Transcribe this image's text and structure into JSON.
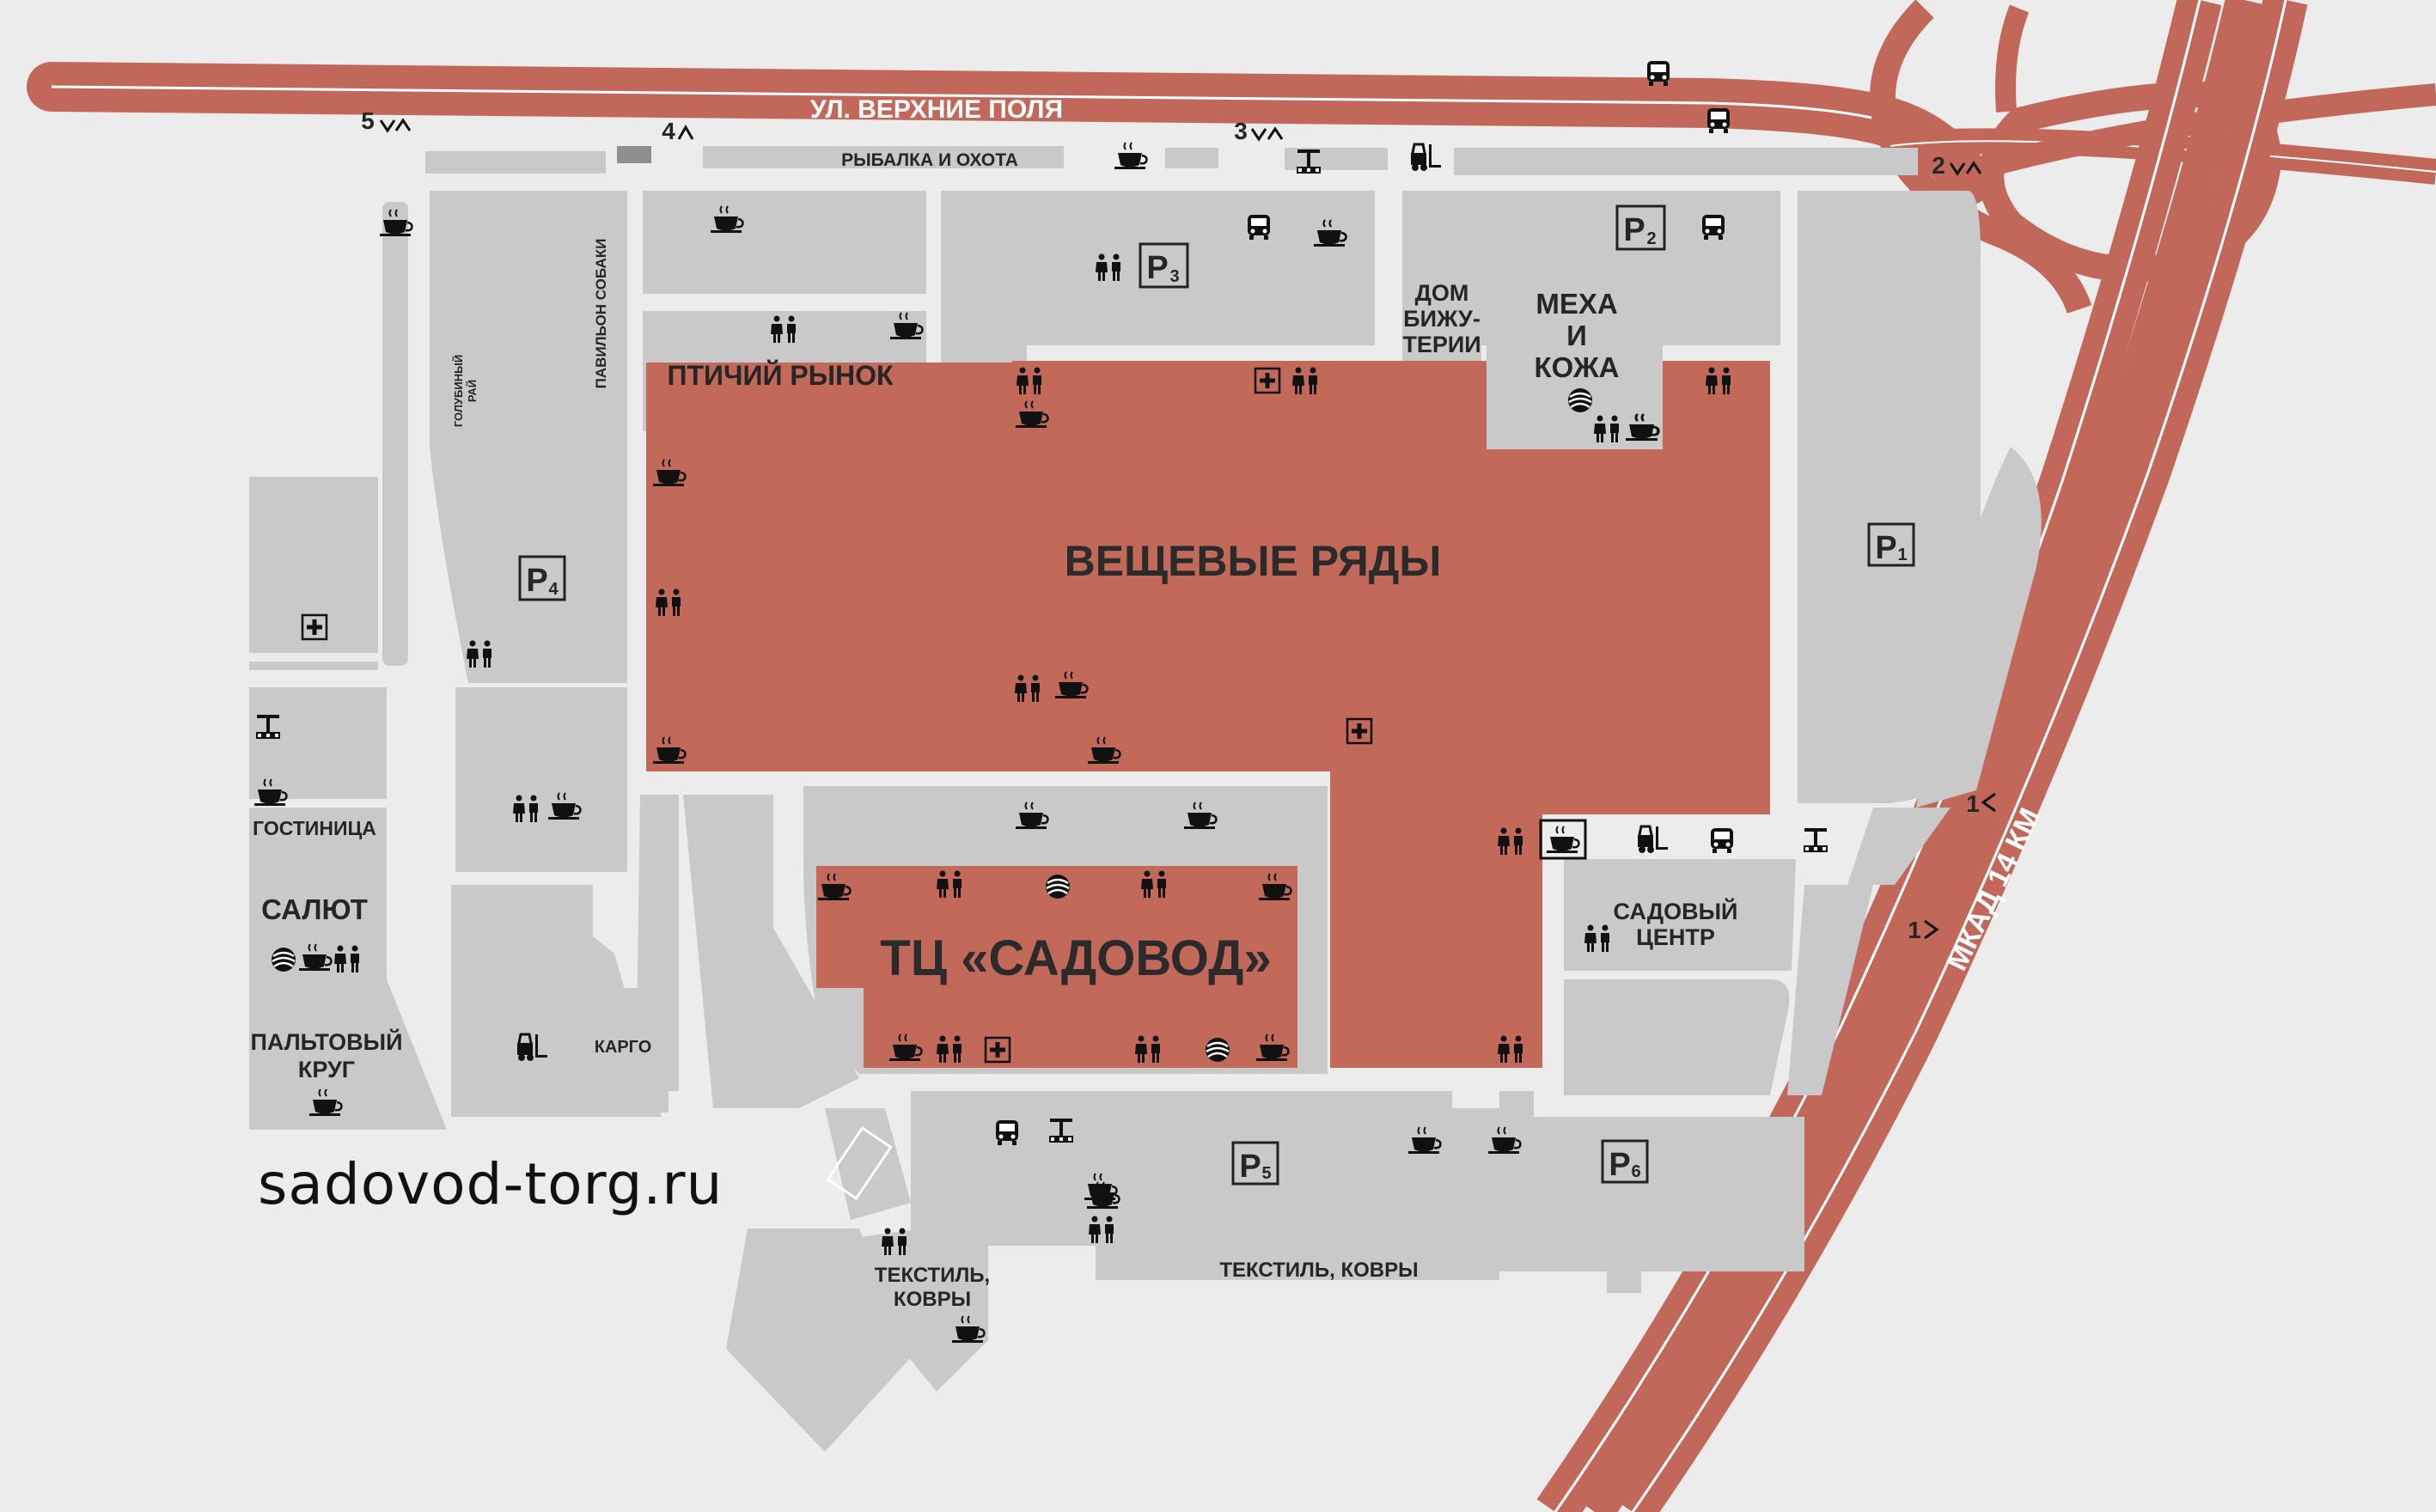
{
  "colors": {
    "background": "#ececec",
    "block": "#c9c9c9",
    "road": "#c2685a",
    "road_line": "#ffffff",
    "highlight": "#c2695a",
    "text": "#262626"
  },
  "roads": {
    "top_street": "УЛ. ВЕРХНИЕ ПОЛЯ",
    "ring_road": "МКАД 14 КМ"
  },
  "gates": {
    "g1a": "1",
    "g1b": "1",
    "g2": "2",
    "g3": "3",
    "g4": "4",
    "g5": "5"
  },
  "zones": {
    "main_hall": "ВЕЩЕВЫЕ РЯДЫ",
    "mall": "ТЦ «САДОВОД»",
    "bird_market": "ПТИЧИЙ РЫНОК",
    "fishing": "РЫБАЛКА И ОХОТА",
    "dog_pavilion": "ПАВИЛЬОН СОБАКИ",
    "pigeon": [
      "ГОЛУБИНЫЙ",
      "РАЙ"
    ],
    "jewelry": [
      "ДОМ",
      "БИЖУ-",
      "ТЕРИИ"
    ],
    "fur": [
      "МЕХА",
      "И",
      "КОЖА"
    ],
    "hotel": "ГОСТИНИЦА",
    "salut": "САЛЮТ",
    "coat": [
      "ПАЛЬТОВЫЙ",
      "КРУГ"
    ],
    "cargo": "КАРГО",
    "garden": [
      "САДОВЫЙ",
      "ЦЕНТР"
    ],
    "textile_left": [
      "ТЕКСТИЛЬ,",
      "КОВРЫ"
    ],
    "textile_right": "ТЕКСТИЛЬ, КОВРЫ"
  },
  "parking": {
    "p1": "1",
    "p2": "2",
    "p3": "3",
    "p4": "4",
    "p5": "5",
    "p6": "6"
  },
  "parking_letter": "P",
  "website": "sadovod-torg.ru"
}
